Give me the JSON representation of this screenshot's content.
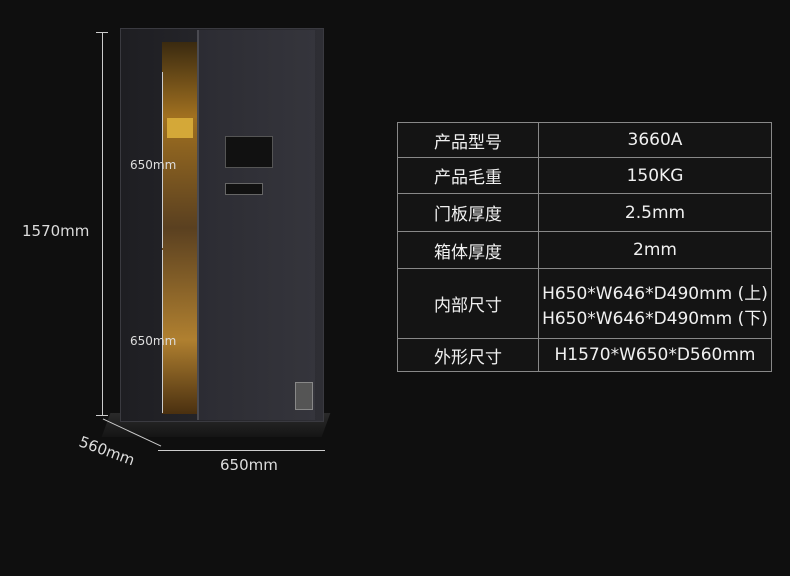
{
  "dimensions": {
    "height": "1570mm",
    "width": "650mm",
    "depth": "560mm",
    "upper_compartment": "650mm",
    "lower_compartment": "650mm"
  },
  "specs": [
    {
      "label": "产品型号",
      "value": [
        "3660A"
      ]
    },
    {
      "label": "产品毛重",
      "value": [
        "150KG"
      ]
    },
    {
      "label": "门板厚度",
      "value": [
        "2.5mm"
      ]
    },
    {
      "label": "箱体厚度",
      "value": [
        "2mm"
      ]
    },
    {
      "label": "内部尺寸",
      "value": [
        "H650*W646*D490mm (上)",
        "H650*W646*D490mm (下)"
      ]
    },
    {
      "label": "外形尺寸",
      "value": [
        "H1570*W650*D560mm"
      ]
    }
  ],
  "colors": {
    "background": "#0f0f0f",
    "safe_body": "#2a2a30",
    "gold": "#c9a13a"
  }
}
